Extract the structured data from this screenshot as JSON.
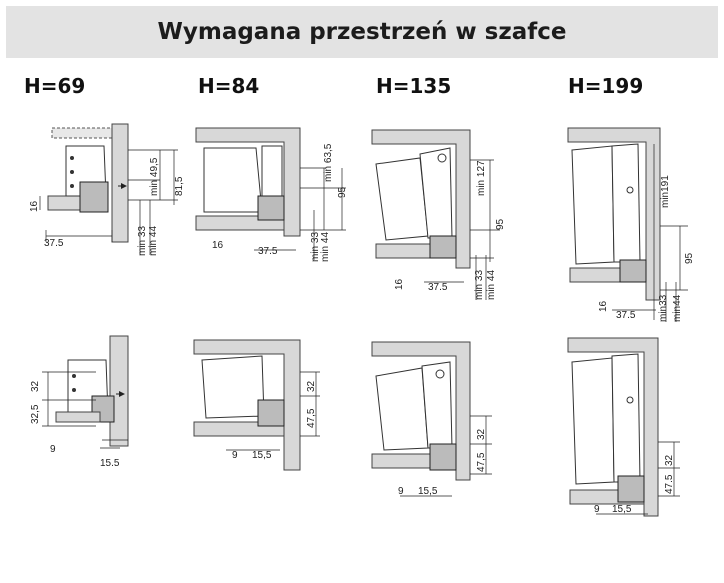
{
  "header": {
    "title": "Wymagana przestrzeń w szafce"
  },
  "columns": [
    {
      "label": "H=69"
    },
    {
      "label": "H=84"
    },
    {
      "label": "H=135"
    },
    {
      "label": "H=199"
    }
  ],
  "dimensions": {
    "d37_5": "37,5",
    "d37_5_dot": "37.5",
    "d16": "16",
    "d9": "9",
    "d15_5": "15,5",
    "d15_5_dot": "15.5",
    "d32": "32",
    "d32_5": "32,5",
    "d47_5": "47,5",
    "d47_5_dot": "47.5",
    "d95": "95",
    "dmin33": "min 33",
    "dmin44": "min 44",
    "dmin33b": "min33",
    "dmin44b": "min44",
    "dmin49_5": "min 49,5",
    "d81_5": "81,5",
    "dmin63_5": "min 63,5",
    "dmin127": "min 127",
    "dmin191": "min191"
  }
}
